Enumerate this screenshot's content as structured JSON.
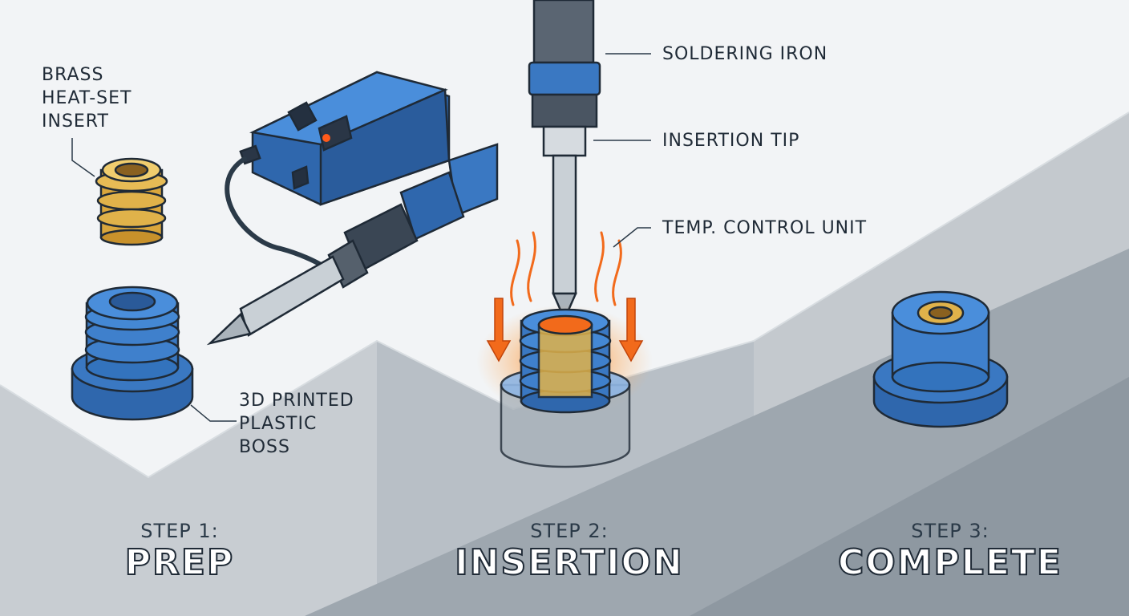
{
  "labels": {
    "brass_insert": [
      "BRASS",
      "HEAT-SET",
      "INSERT"
    ],
    "plastic_boss": [
      "3D PRINTED",
      "PLASTIC",
      "BOSS"
    ],
    "soldering_iron": "SOLDERING IRON",
    "insertion_tip": "INSERTION TIP",
    "temp_control": "TEMP. CONTROL UNIT"
  },
  "steps": [
    {
      "prefix": "STEP 1:",
      "title": "PREP"
    },
    {
      "prefix": "STEP 2:",
      "title": "INSERTION"
    },
    {
      "prefix": "STEP 3:",
      "title": "COMPLETE"
    }
  ],
  "colors": {
    "blue": "#3a78c2",
    "blue_dark": "#1f4f8a",
    "brass": "#e0b24a",
    "heat": "#f26a1b",
    "outline": "#1f2a36",
    "steel": "#c9d0d6"
  }
}
